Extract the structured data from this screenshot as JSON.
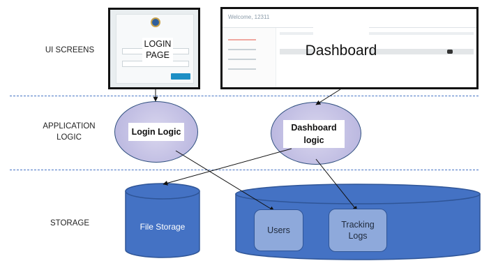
{
  "layers": {
    "ui": "UI SCREENS",
    "app_line1": "APPLICATION",
    "app_line2": "LOGIC",
    "storage": "STORAGE"
  },
  "screens": {
    "login_line1": "LOGIN",
    "login_line2": "PAGE",
    "dashboard": "Dashboard",
    "dashboard_welcome": "Welcome, 12311"
  },
  "logic": {
    "login": "Login Logic",
    "dashboard_line1": "Dashboard",
    "dashboard_line2": "logic"
  },
  "storage": {
    "file_storage": "File Storage",
    "users": "Users",
    "tracking_line1": "Tracking",
    "tracking_line2": "Logs"
  },
  "colors": {
    "divider": "#4472c4",
    "database": "#4472c4",
    "inner_box": "#8ea9db",
    "ellipse_fill": "#c3c0e4"
  }
}
